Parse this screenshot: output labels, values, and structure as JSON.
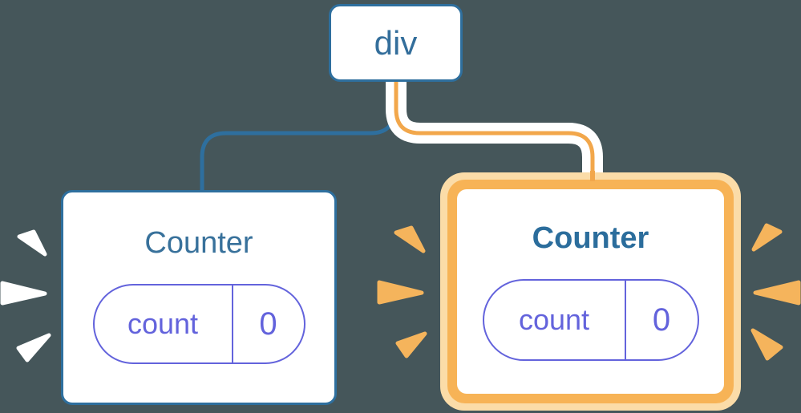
{
  "colors": {
    "background": "#45565A",
    "node_border_blue": "#2E6F9E",
    "root_label_blue": "#336E9B",
    "title_blue": "#38719B",
    "title_blue_bold": "#2B6D9C",
    "connector_blue": "#2E6F9E",
    "connector_casing": "#FFFFFF",
    "connector_orange": "#F2A74B",
    "highlight_halo": "#FBDCA8",
    "highlight_border": "#F7B356",
    "state_purple": "#6363DC",
    "spark_white": "#FFFFFF",
    "spark_orange": "#F5B45C"
  },
  "tree": {
    "root": {
      "label": "div"
    },
    "children": [
      {
        "title": "Counter",
        "highlighted": false,
        "state": {
          "key": "count",
          "value": "0"
        }
      },
      {
        "title": "Counter",
        "highlighted": true,
        "state": {
          "key": "count",
          "value": "0"
        }
      }
    ]
  }
}
